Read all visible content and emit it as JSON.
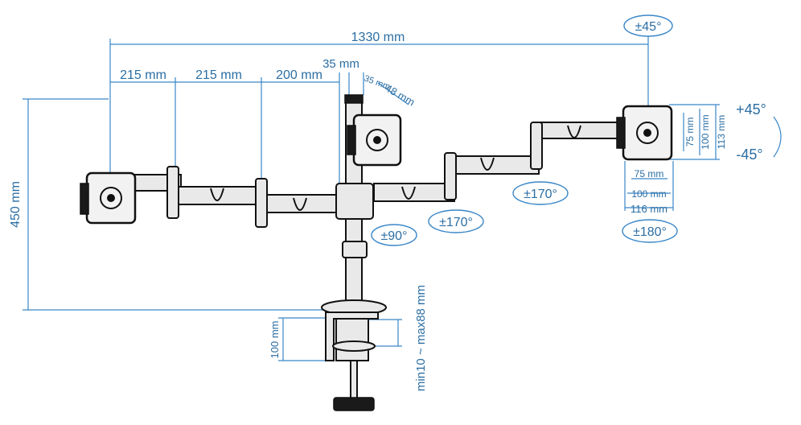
{
  "dimensions": {
    "total_width": "1330 mm",
    "arm_seg_1": "215 mm",
    "arm_seg_2": "215 mm",
    "arm_seg_3": "200 mm",
    "pole_width": "35 mm",
    "pole_depth_a": "35 mm",
    "pole_depth_b": "48 mm",
    "height": "450 mm",
    "vesa_75_v": "75 mm",
    "vesa_100_v": "100 mm",
    "plate_113_v": "113 mm",
    "vesa_75_h": "75 mm",
    "vesa_100_h": "100 mm",
    "plate_116_h": "116 mm",
    "clamp_height": "100 mm",
    "clamp_range": "min10 ~ max88 mm"
  },
  "rotations": {
    "tilt_top": "±45°",
    "arm_mid": "±170°",
    "arm_center": "±170°",
    "pole_swivel": "±90°",
    "plate_rotate": "±180°",
    "tilt_up": "+45°",
    "tilt_down": "-45°"
  },
  "colors": {
    "dimension_blue": "#3a87c8",
    "text_blue": "#2b6ea3",
    "line_black": "#111111"
  }
}
